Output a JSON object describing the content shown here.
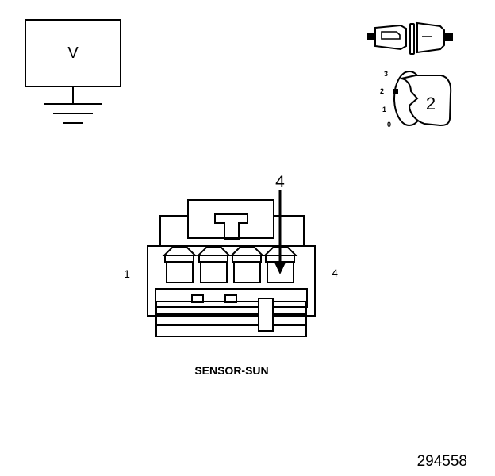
{
  "meter": {
    "label": "V"
  },
  "ignition_key": {
    "positions": [
      "3",
      "2",
      "1",
      "0"
    ],
    "selected": "2",
    "selected_label": "2"
  },
  "connector": {
    "pointer_label": "4",
    "left_pin_label": "1",
    "right_pin_label": "4",
    "name": "SENSOR-SUN"
  },
  "figure_number": "294558"
}
